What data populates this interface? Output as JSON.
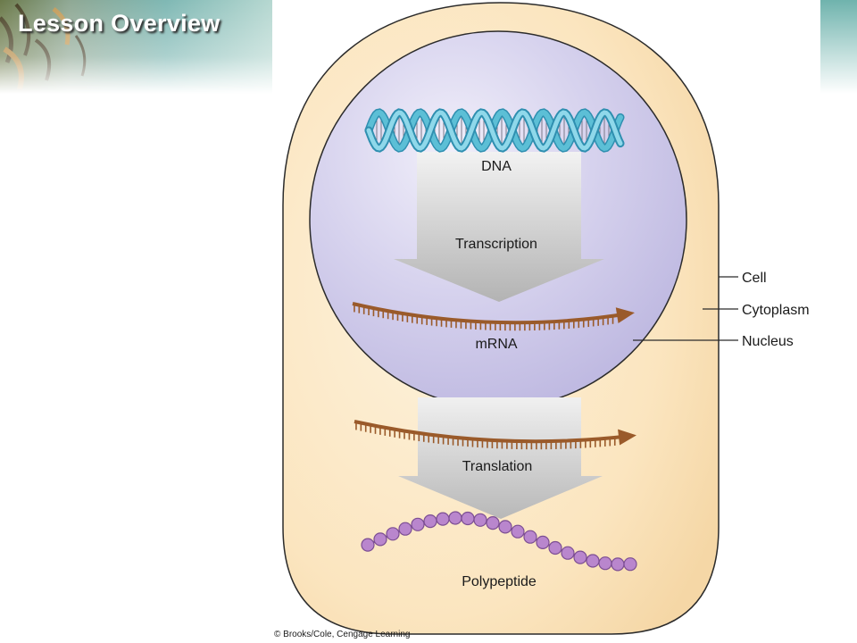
{
  "slide": {
    "title": "Lesson Overview"
  },
  "diagram": {
    "labels": {
      "dna": "DNA",
      "transcription": "Transcription",
      "mrna": "mRNA",
      "translation": "Translation",
      "polypeptide": "Polypeptide"
    },
    "callouts": {
      "cell": "Cell",
      "cytoplasm": "Cytoplasm",
      "nucleus": "Nucleus"
    },
    "credit": "© Brooks/Cole, Cengage Learning",
    "colors": {
      "cytoplasm": "#fbe5bf",
      "nucleus": "#cfcbe7",
      "dna": "#5cbfd6",
      "mrna": "#9a5a2a",
      "polypeptide": "#b986cd",
      "arrow": "#c4c4c4"
    }
  }
}
